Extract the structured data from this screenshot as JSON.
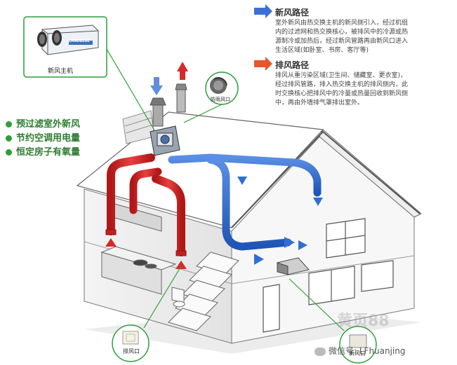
{
  "unit_callout": {
    "label": "新风主机",
    "brand_text": "LANDBLUE"
  },
  "fresh_air_path": {
    "title": "新风路径",
    "description": "室外新风由热交换主机的新风侧引入，经过机组\n内的过滤网和热交换核心，被排风中的冷源或热\n源制冷或加热后，经过新风管路再由新风口进入\n生活区域(如卧室、书房、客厅等)",
    "arrow_color": "#3b6fd6"
  },
  "exhaust_path": {
    "title": "排风路径",
    "description": "排风从重污染区域(卫生间、储藏室、更衣室)，\n经过排风管路，排入热交换主机的排风侧内，此\n时交换核心把排风中的冷量或热量回收到新风侧\n中，再由外墙排气罩排出室外。",
    "arrow_color": "#e8562a"
  },
  "benefits": [
    "预过滤室外新风",
    "节约空调用电量",
    "恒定房子有氧量"
  ],
  "rain_hood_callout": {
    "label": "防雨风口"
  },
  "exhaust_vent_callout": {
    "label": "排风口"
  },
  "fresh_vent_callout": {
    "label": "新风口"
  },
  "watermark": {
    "site": "黄页88",
    "wechat": "微信号: LFhuanjing"
  },
  "colors": {
    "fresh_duct": "#2f6fd0",
    "exhaust_duct": "#d42a2a",
    "benefit_green": "#2e9e3a",
    "callout_line": "#2e9e3a"
  }
}
